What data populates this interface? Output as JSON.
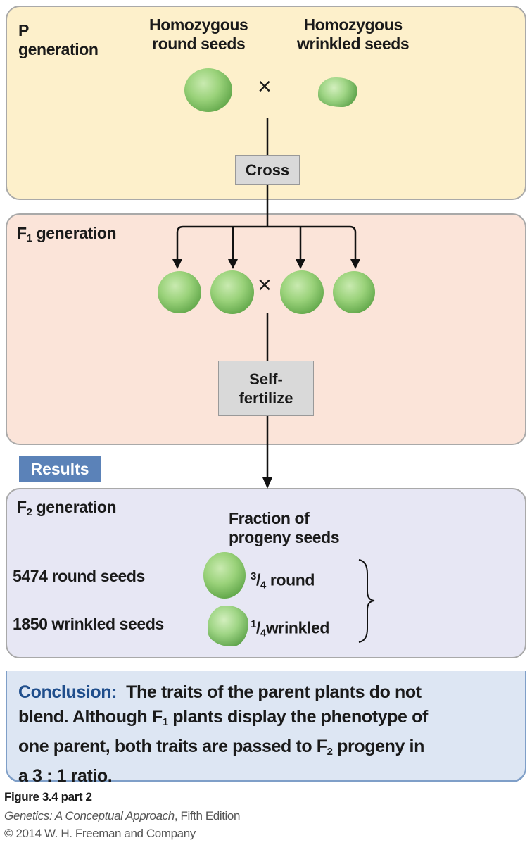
{
  "p_panel": {
    "label_line1": "P",
    "label_line2": "generation",
    "round_label_1": "Homozygous",
    "round_label_2": "round seeds",
    "wrinkled_label_1": "Homozygous",
    "wrinkled_label_2": "wrinkled seeds",
    "cross_symbol": "×"
  },
  "cross_box": "Cross",
  "f1_panel": {
    "label": "F",
    "sub": "1",
    "label_rest": "generation",
    "cross_symbol": "×"
  },
  "self_box": {
    "line1": "Self-",
    "line2": "fertilize"
  },
  "results_label": "Results",
  "f2_panel": {
    "label": "F",
    "sub": "2",
    "label_rest": "generation",
    "fraction_1": "Fraction of",
    "fraction_2": "progeny seeds",
    "round_count": "5474 round seeds",
    "wrinkled_count": "1850 wrinkled seeds",
    "round_num": "3",
    "round_den": "4",
    "round_word": "round",
    "wrinkled_num": "1",
    "wrinkled_den": "4",
    "wrinkled_word": "wrinkled"
  },
  "conclusion": {
    "title": "Conclusion:",
    "p1": "The traits of the parent plants do not",
    "p2": "blend. Although F",
    "s1": "1",
    "p3": " plants display the phenotype of",
    "p4": "one parent, both traits are passed to F",
    "s2": "2",
    "p5": " progeny in",
    "p6": "a 3 : 1 ratio."
  },
  "caption": {
    "figure": "Figure 3.4 part 2",
    "book_italic": "Genetics: A Conceptual Approach",
    "book_rest": ", Fifth Edition",
    "copyright": "© 2014 W. H. Freeman and Company"
  },
  "colors": {
    "p_fill": "#fdf0cb",
    "f1_fill": "#fbe4d9",
    "f2_fill": "#e7e7f4",
    "conclusion_fill": "#dde6f3",
    "results_fill": "#5b82b8"
  }
}
